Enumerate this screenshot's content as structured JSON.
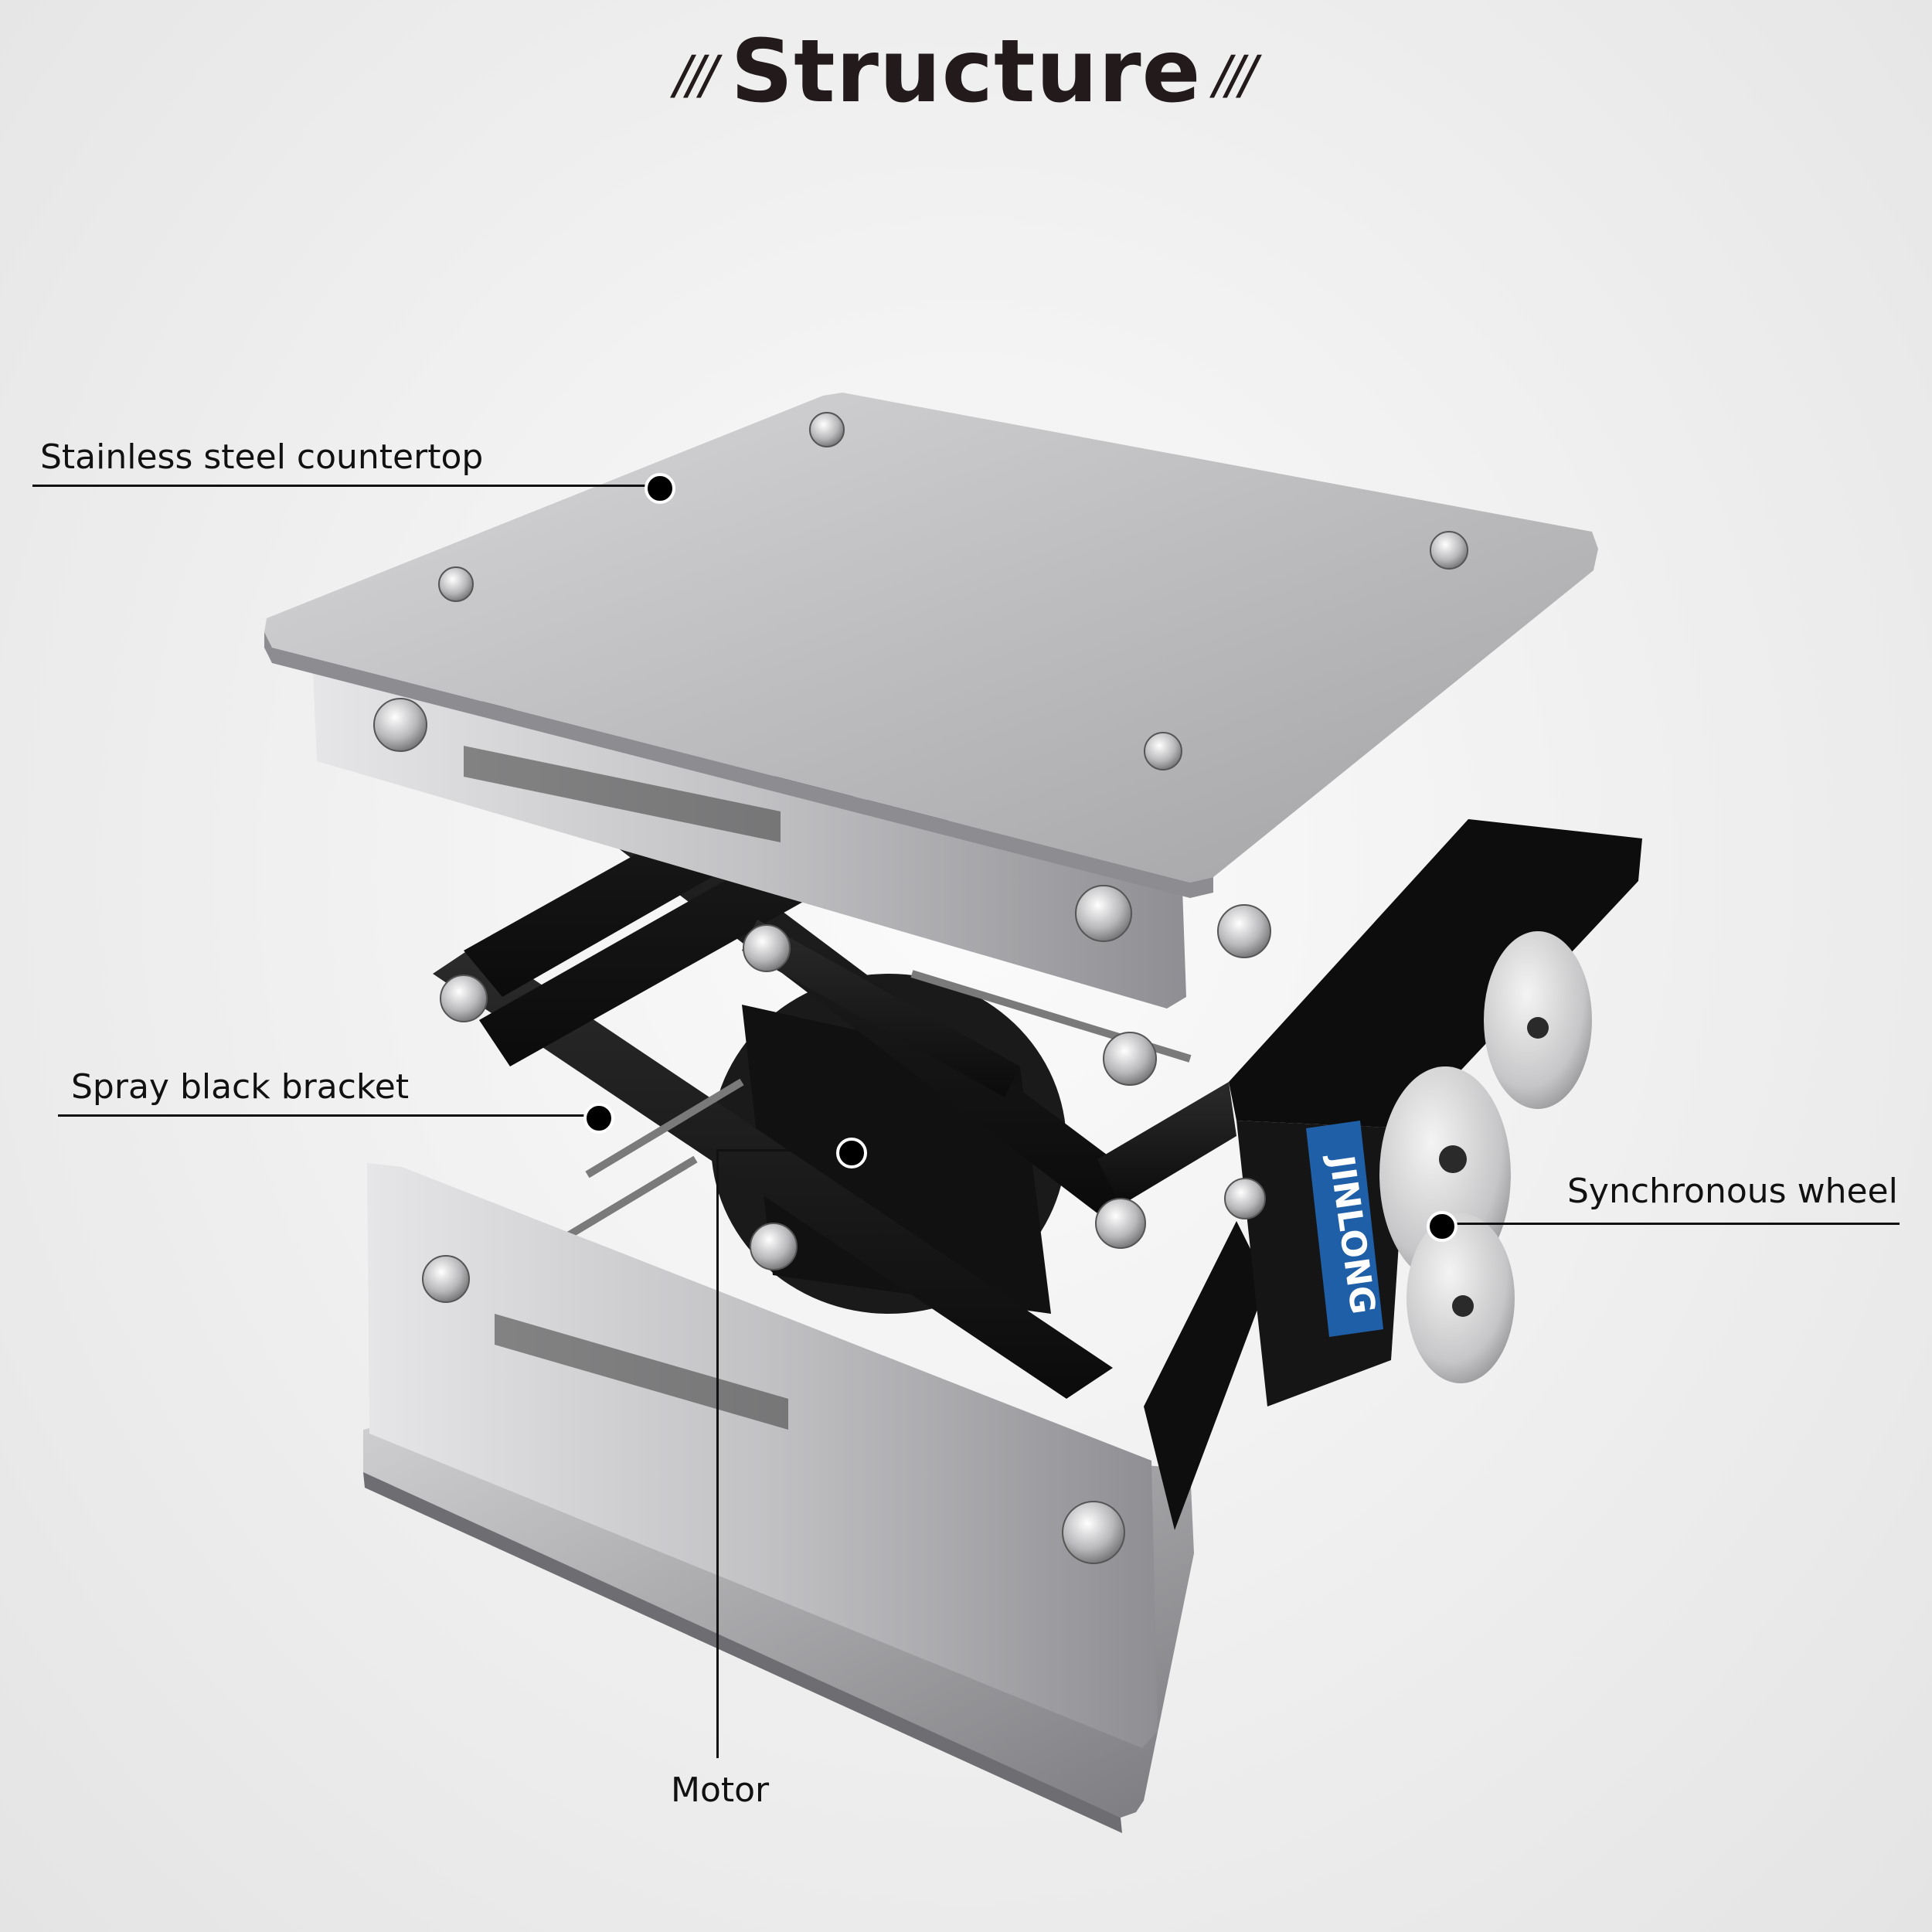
{
  "header": {
    "title": "Structure",
    "decoration_left": "///",
    "decoration_right": "///"
  },
  "product": {
    "brand_text": "JINLONG"
  },
  "callouts": [
    {
      "id": "countertop",
      "label": "Stainless steel countertop"
    },
    {
      "id": "bracket",
      "label": "Spray black bracket"
    },
    {
      "id": "motor",
      "label": "Motor"
    },
    {
      "id": "wheel",
      "label": "Synchronous wheel"
    }
  ],
  "colors": {
    "title": "#231b1b",
    "steel": "#b9b9bb",
    "bracket": "#141414",
    "belt": "#1f5fa8"
  }
}
